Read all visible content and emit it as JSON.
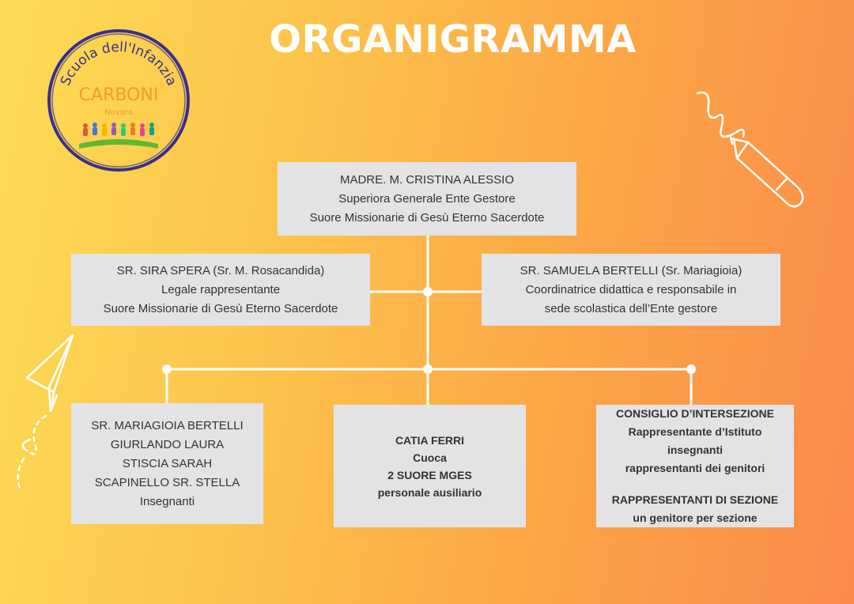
{
  "title": "ORGANIGRAMMA",
  "logo": {
    "arc_text": "Scuola dell'Infanzia",
    "name": "CARBONI",
    "city": "Novara"
  },
  "top": {
    "lines": [
      "MADRE. M. CRISTINA ALESSIO",
      "Superiora Generale Ente Gestore",
      "Suore Missionarie di Gesù Eterno Sacerdote"
    ]
  },
  "middle_left": {
    "lines": [
      "SR. SIRA SPERA (Sr. M. Rosacandida)",
      "Legale rappresentante",
      "Suore Missionarie di Gesù Eterno Sacerdote"
    ]
  },
  "middle_right": {
    "lines": [
      "SR. SAMUELA BERTELLI (Sr. Mariagioia)",
      "Coordinatrice didattica e responsabile in",
      "sede scolastica dell’Ente gestore"
    ]
  },
  "bottom_left": {
    "lines": [
      "SR. MARIAGIOIA BERTELLI",
      "GIURLANDO LAURA",
      "STISCIA SARAH",
      "SCAPINELLO SR. STELLA",
      "Insegnanti"
    ]
  },
  "bottom_center": {
    "lines": [
      "CATIA FERRI",
      "Cuoca",
      "2 SUORE MGES",
      "personale ausiliario"
    ]
  },
  "bottom_right": {
    "lines_a": [
      "CONSIGLIO D’INTERSEZIONE",
      "Rappresentante d’Istituto",
      "insegnanti",
      "rappresentanti dei genitori"
    ],
    "lines_b": [
      "RAPPRESENTANTI DI SEZIONE",
      "un genitore per sezione"
    ]
  },
  "colors": {
    "box": "#e3e3e5",
    "connector": "#ffffff",
    "logo_ring": "#3a2f8f",
    "logo_name": "#f0a020"
  },
  "icons": [
    "pencil-icon",
    "paper-plane-icon"
  ]
}
